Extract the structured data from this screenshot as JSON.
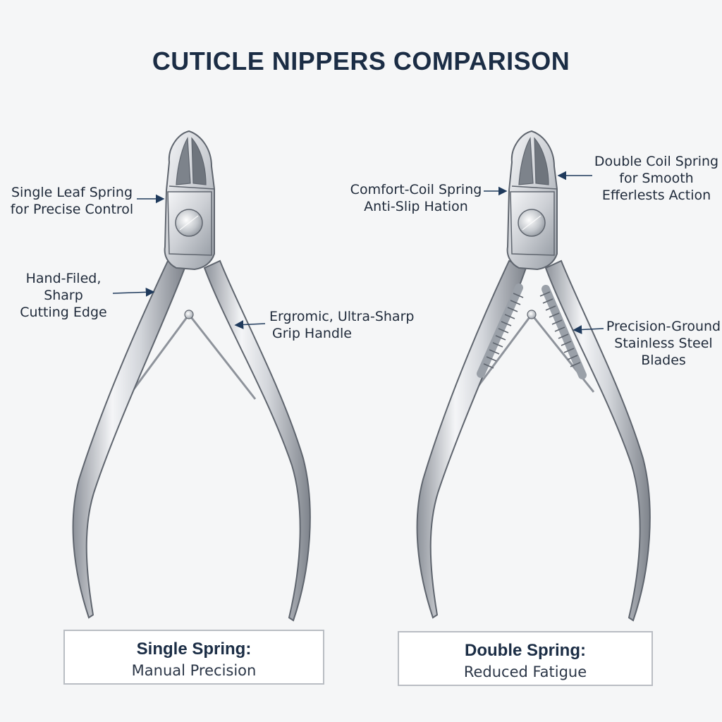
{
  "title": "CUTICLE NIPPERS COMPARISON",
  "left_tool": {
    "callouts": {
      "spring": [
        "Single Leaf Spring",
        "for Precise Control"
      ],
      "edge": [
        "Hand-Filed,",
        "Sharp",
        "Cutting Edge"
      ],
      "grip": [
        "Ergromic, Ultra-Sharp",
        "Grip Handle"
      ]
    },
    "caption": {
      "title": "Single Spring:",
      "subtitle": "Manual Precision"
    }
  },
  "right_tool": {
    "callouts": {
      "coil": [
        "Comfort-Coil Spring",
        "Anti-Slip Hation"
      ],
      "double": [
        "Double Coil Spring",
        "for Smooth",
        "Efferlests Action"
      ],
      "blades": [
        "Precision-Ground",
        "Stainless Steel",
        "Blades"
      ]
    },
    "caption": {
      "title": "Double Spring:",
      "subtitle": "Reduced Fatigue"
    }
  },
  "colors": {
    "background": "#f5f6f7",
    "title": "#1b2d45",
    "arrow": "#1f3a5c",
    "steel_light": "#f2f3f5",
    "steel_mid": "#c9ccd1",
    "steel_dark": "#8e939b",
    "outline": "#5f656e"
  }
}
